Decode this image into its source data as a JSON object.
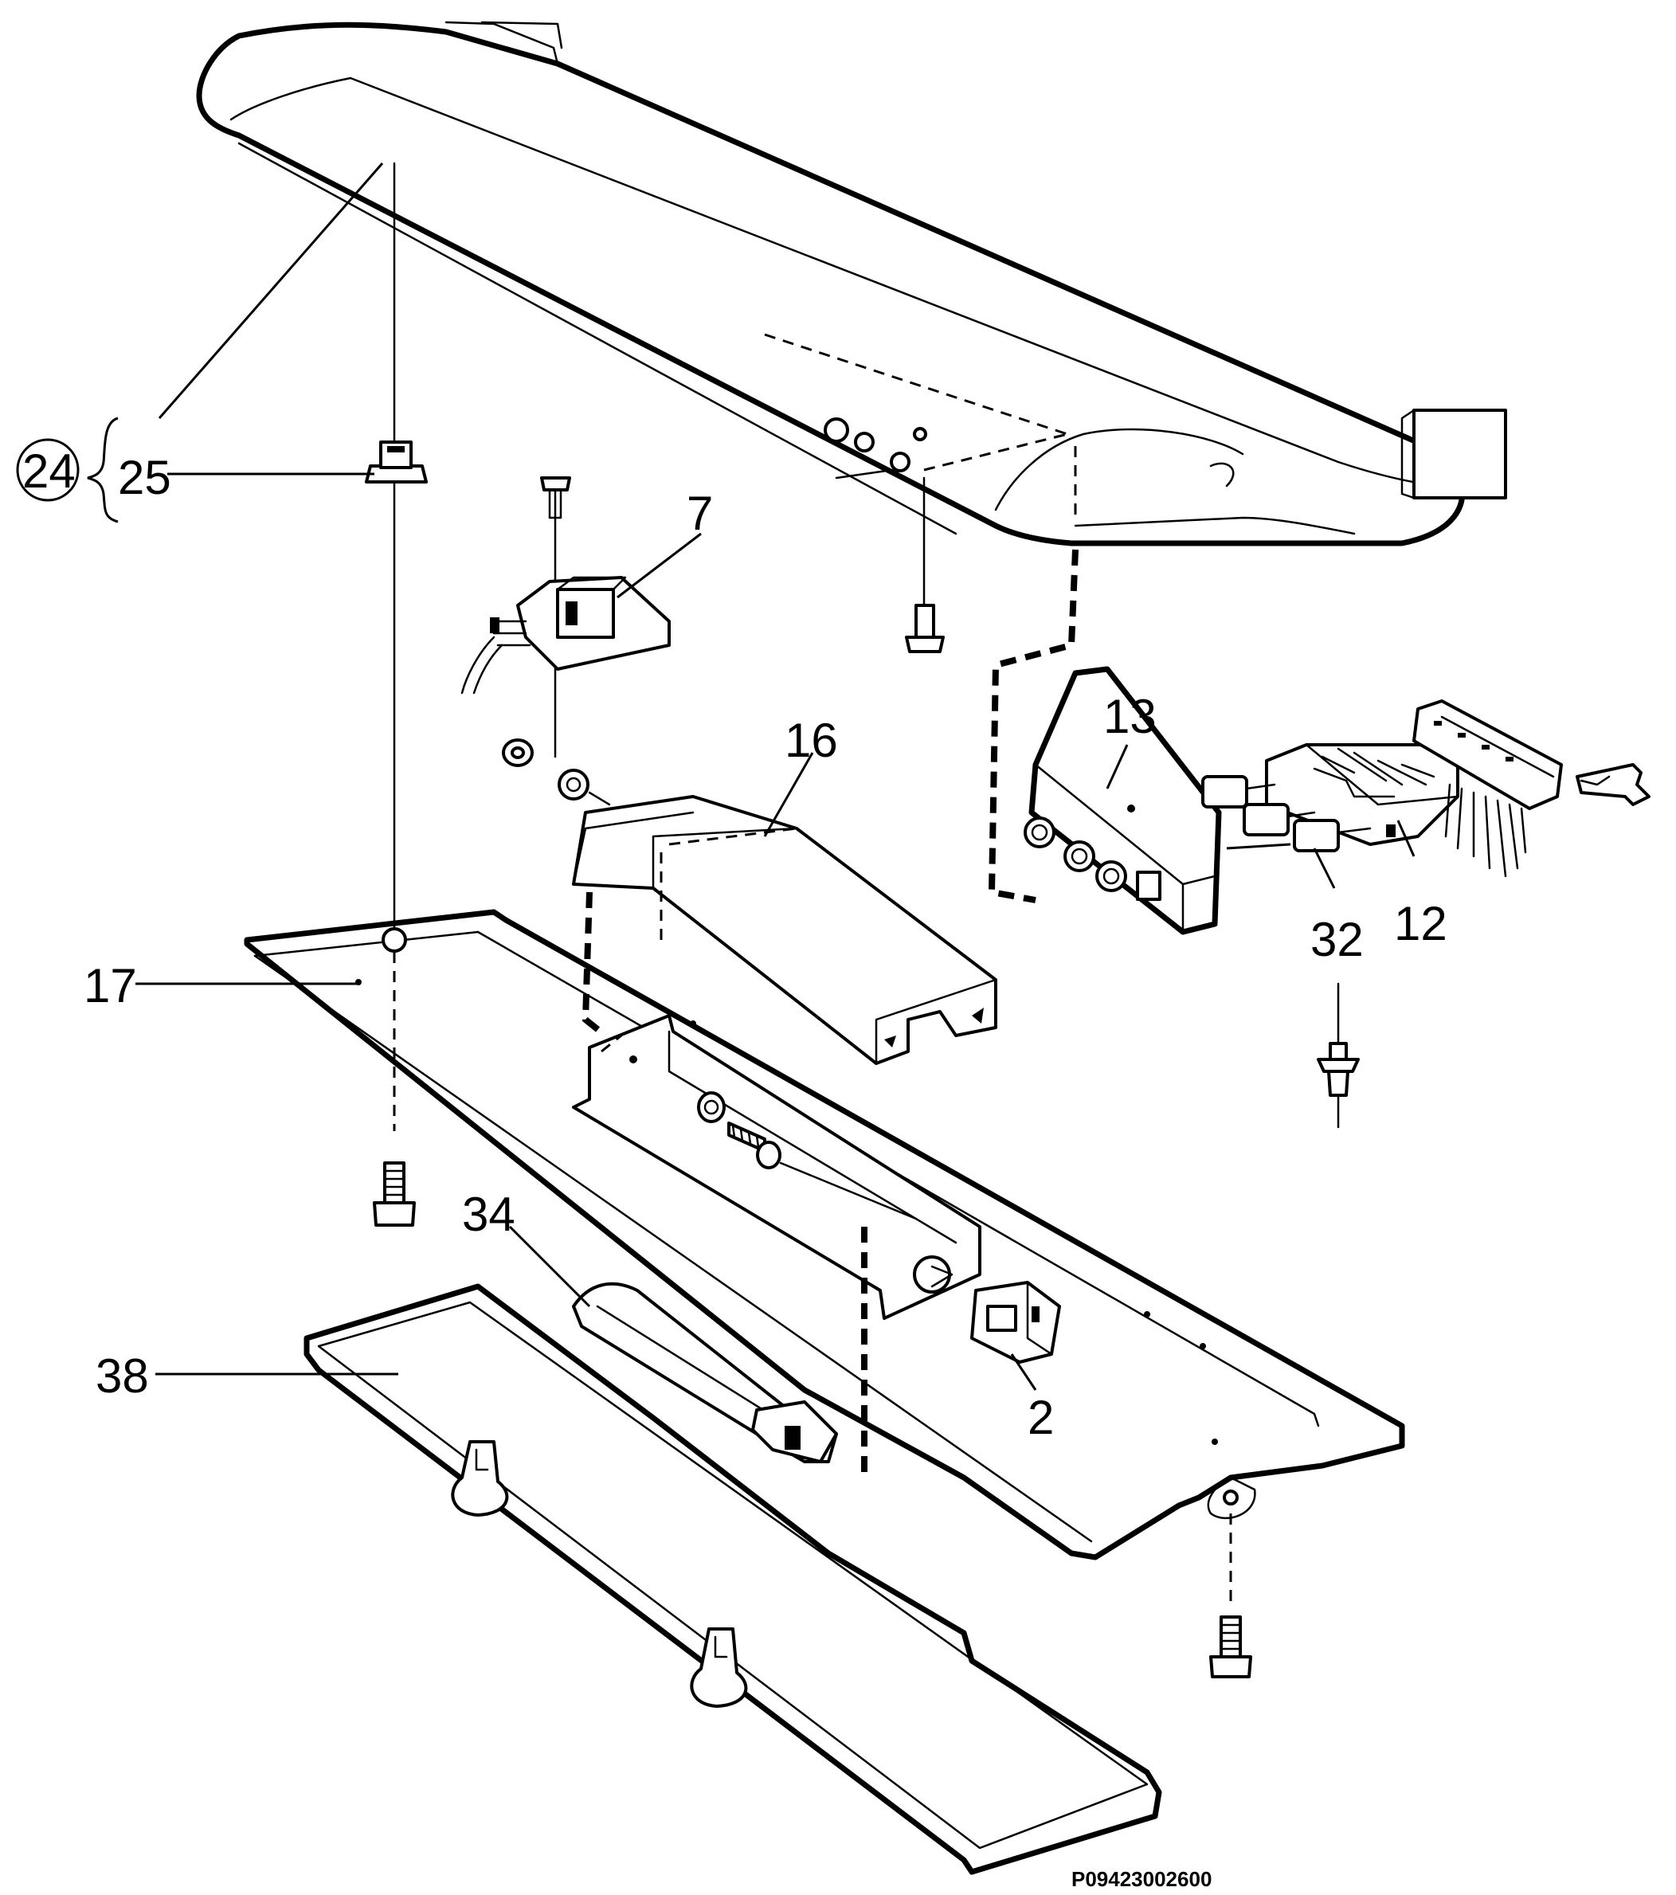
{
  "callouts": {
    "c24": "24",
    "c25": "25",
    "c7": "7",
    "c16": "16",
    "c13": "13",
    "c12": "12",
    "c32": "32",
    "c17": "17",
    "c34": "34",
    "c38": "38",
    "c2": "2"
  },
  "reference_code": "P09423002600"
}
